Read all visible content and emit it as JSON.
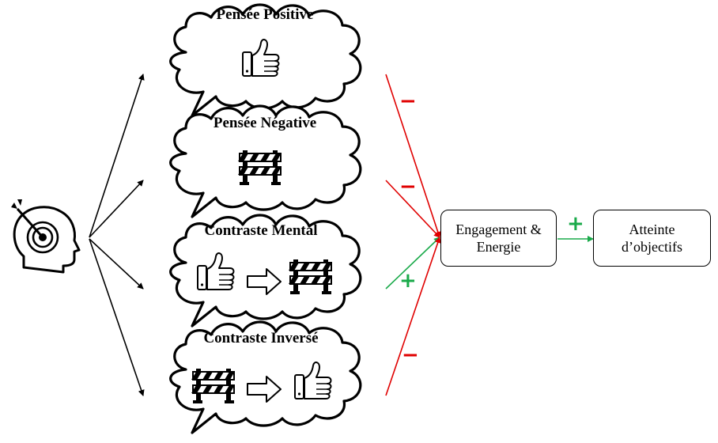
{
  "thoughts": [
    {
      "title": "Pensée Positive",
      "content": [
        "thumbs-up"
      ],
      "link_sign": "−",
      "link_color": "#e00000"
    },
    {
      "title": "Pensée Négative",
      "content": [
        "barrier"
      ],
      "link_sign": "−",
      "link_color": "#e00000"
    },
    {
      "title": "Contraste Mental",
      "content": [
        "thumbs-up",
        "barrier"
      ],
      "link_sign": "+",
      "link_color": "#1aaa4a"
    },
    {
      "title": "Contraste Inversé",
      "content": [
        "barrier",
        "thumbs-up"
      ],
      "link_sign": "−",
      "link_color": "#e00000"
    }
  ],
  "engagement_box": {
    "line1": "Engagement &",
    "line2": "Energie"
  },
  "goal_box": {
    "line1": "Atteinte",
    "line2": "d’objectifs"
  },
  "engagement_to_goal_sign": "+",
  "colors": {
    "negative": "#e00000",
    "positive": "#1aaa4a",
    "stroke": "#000000"
  },
  "icons": {
    "source": "head-target-icon",
    "positive": "thumbs-up-icon",
    "obstacle": "barrier-icon",
    "transition": "arrow-right-icon"
  }
}
